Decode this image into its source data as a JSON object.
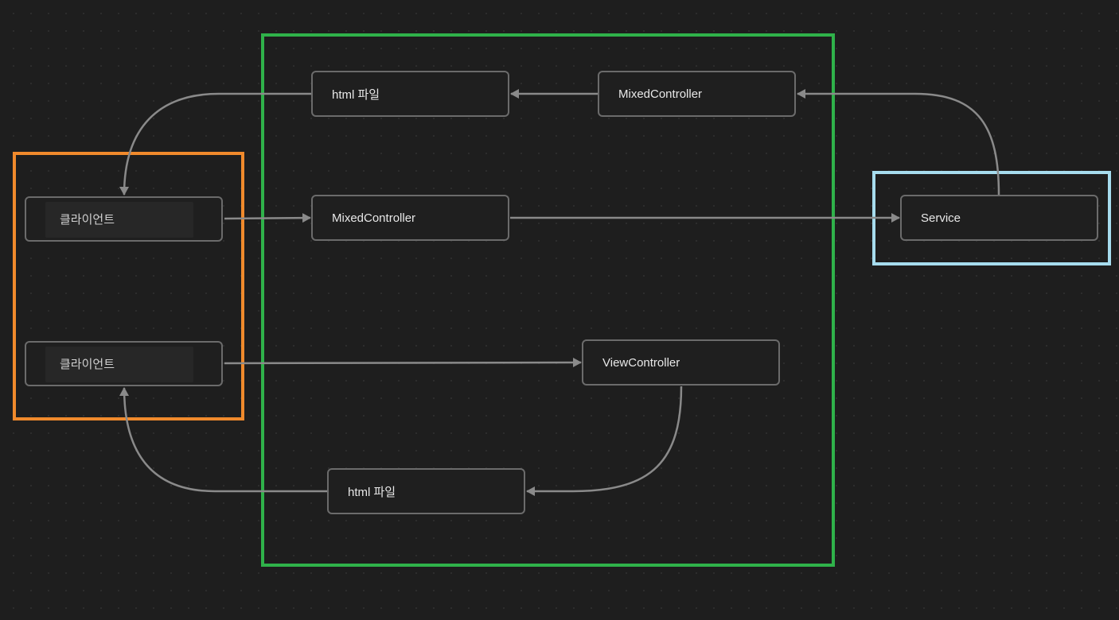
{
  "nodes": {
    "client_top": "클라이언트",
    "client_bottom": "클라이언트",
    "html_file_top": "html 파일",
    "mixed_controller_top": "MixedController",
    "mixed_controller_mid": "MixedController",
    "service": "Service",
    "view_controller": "ViewController",
    "html_file_bottom": "html 파일"
  },
  "colors": {
    "background": "#1e1e1e",
    "node_border": "#6b6b6b",
    "edge": "#8a8a8a",
    "client_group": "#f08a2c",
    "server_group": "#2fb24a",
    "service_group": "#a6dcee"
  }
}
